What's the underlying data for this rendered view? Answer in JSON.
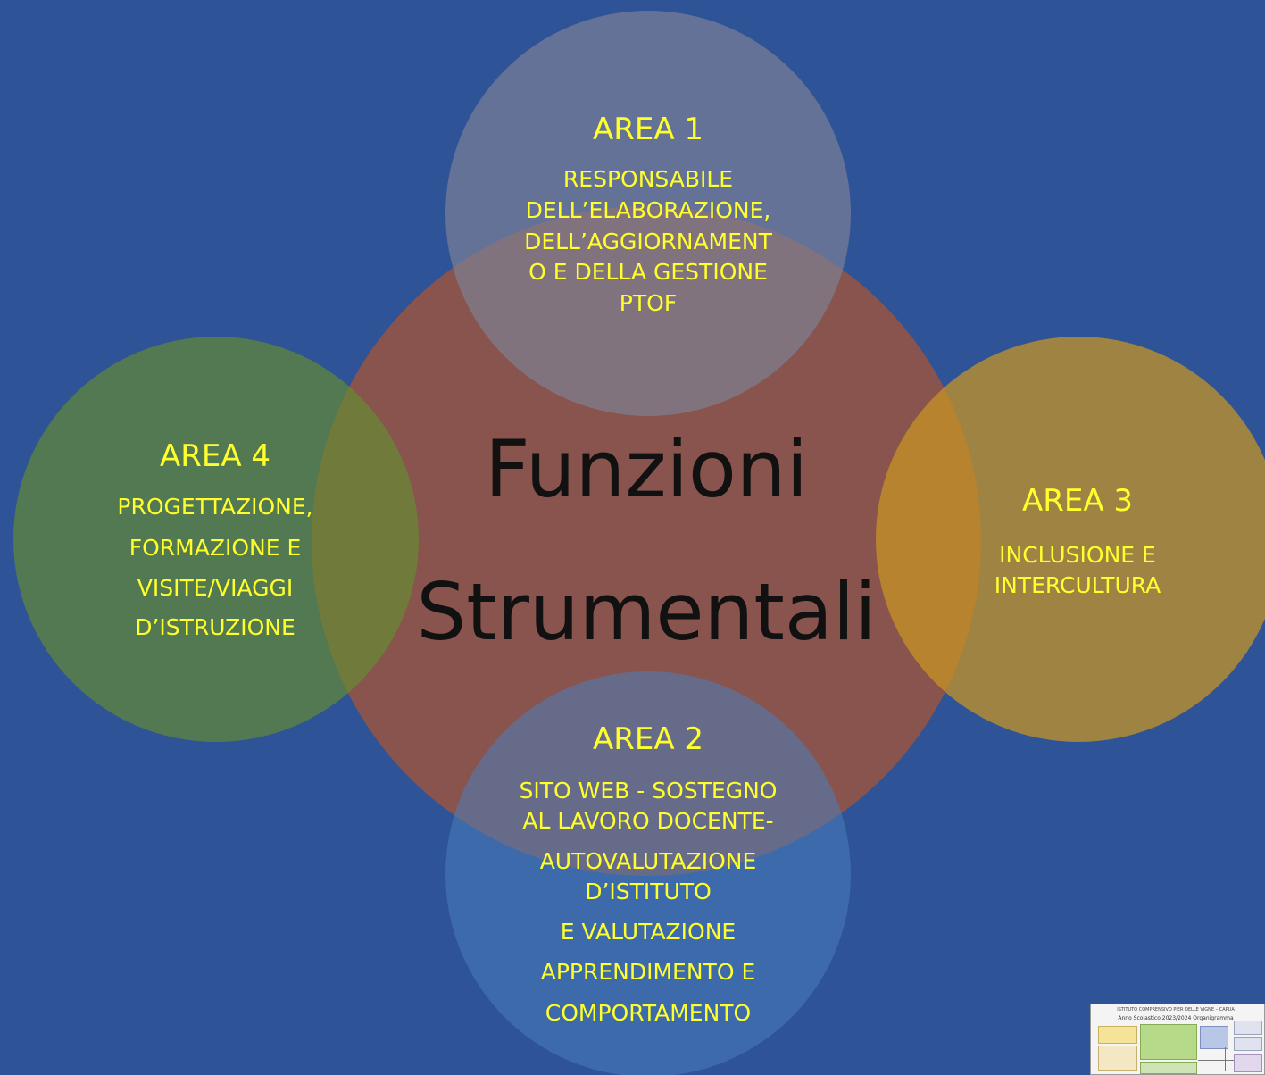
{
  "title": {
    "line1": "Funzioni",
    "line2": "Strumentali"
  },
  "areas": {
    "area1": {
      "title": "AREA 1",
      "lines": [
        "RESPONSABILE",
        "DELL’ELABORAZIONE,",
        "DELL’AGGIORNAMENT",
        "O E DELLA GESTIONE",
        "PTOF"
      ]
    },
    "area2": {
      "title": "AREA 2",
      "lines": [
        "SITO WEB - SOSTEGNO",
        "AL LAVORO DOCENTE-",
        "AUTOVALUTAZIONE",
        "D’ISTITUTO",
        "E VALUTAZIONE",
        "APPRENDIMENTO E",
        "COMPORTAMENTO"
      ]
    },
    "area3": {
      "title": "AREA 3",
      "lines": [
        "INCLUSIONE E",
        "INTERCULTURA"
      ]
    },
    "area4": {
      "title": "AREA 4",
      "lines": [
        "PROGETTAZIONE,",
        "FORMAZIONE E",
        "VISITE/VIAGGI",
        "D’ISTRUZIONE"
      ]
    }
  },
  "thumbnail": {
    "header": "ISTITUTO COMPRENSIVO PIER DELLE VIGNE – CAPUA",
    "subheader": "Anno Scolastico 2023/2024  Organigramma"
  },
  "colors": {
    "background": "#2e5396",
    "text_accent": "#ffff2e",
    "center_circle": "#ac5430",
    "area1_circle": "#7d8296",
    "area2_circle": "#4a7dbe",
    "area3_circle": "#ca9623",
    "area4_circle": "#648c32"
  }
}
